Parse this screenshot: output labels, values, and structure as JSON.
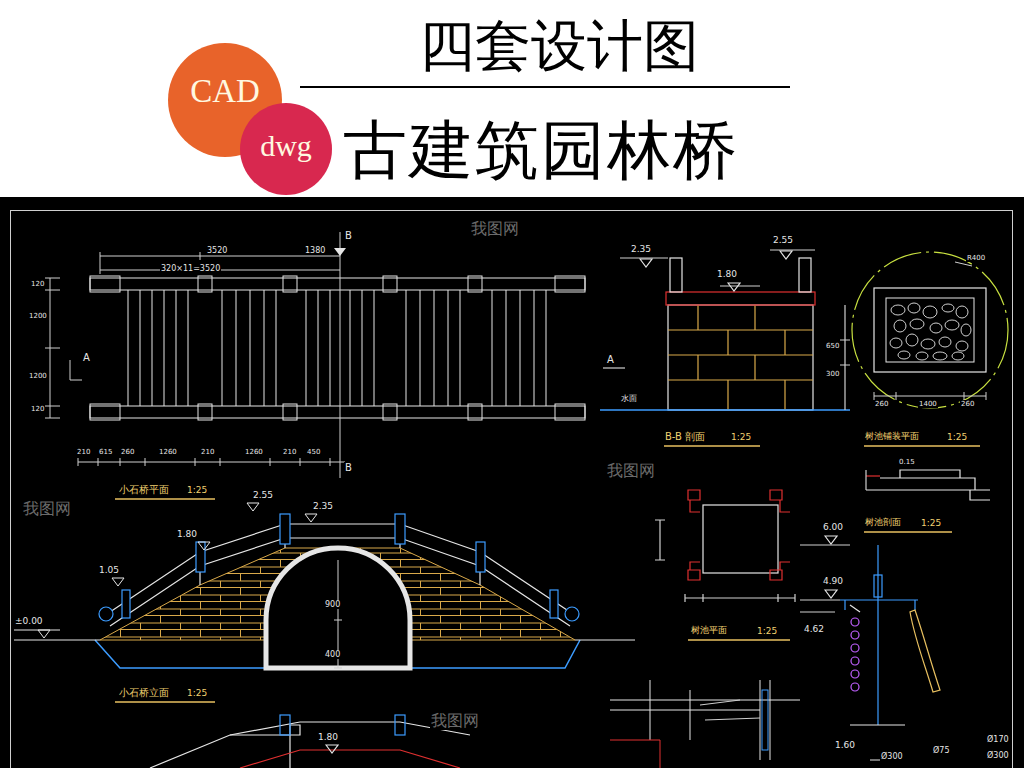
{
  "diagram": {
    "title": "古建筑园林桥",
    "nodes": [
      {
        "text": [
          "CAD"
        ]
      },
      {
        "text": [
          "dwg"
        ]
      }
    ],
    "labels": [
      "四套设计图",
      "3520",
      "1380",
      "320×11=3520",
      "B",
      "B",
      "A",
      "120",
      "1200",
      "1200",
      "120",
      "210",
      "615",
      "260",
      "1260",
      "210",
      "1260",
      "210",
      "450",
      "小石桥平面",
      "1:25",
      "2.55",
      "2.35",
      "1.80",
      "1.05",
      "±0.00",
      "900",
      "400",
      "小石桥立面",
      "1:25",
      "1.80",
      "2.35",
      "2.55",
      "1.80",
      "A",
      "水面",
      "B-B 剖面",
      "1:25",
      "650",
      "300",
      "R400",
      "260",
      "1400",
      "260",
      "树池铺装平面",
      "1:25",
      "0.15",
      "树池剖面",
      "1:25",
      "树池平面",
      "1:25",
      "6.00",
      "4.90",
      "4.62",
      "1.60",
      "Ø300",
      "Ø75",
      "Ø170",
      "Ø300",
      "我图网",
      "我图网",
      "我图网",
      "我图网"
    ]
  }
}
